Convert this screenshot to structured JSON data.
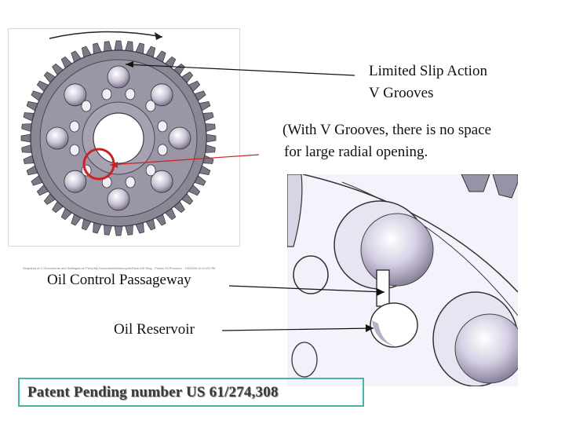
{
  "labels": {
    "limited_slip": "Limited Slip Action",
    "v_grooves": "V Grooves",
    "note_line_1": "(With V Grooves, there is no space",
    "note_line_2": "for large radial opening.",
    "oil_control": "Oil Control Passageway",
    "oil_reservoir": "Oil Reservoir"
  },
  "gear_caption": "Snapshot of C:\\Documents and Settings\\Lee Perry\\My Documents\\Motorcycle\\Rock 2W Ring - Prosta Oil Pressure - 7/6/2009 11:44:23 PM",
  "patent": "Patent Pending number US 61/274,308",
  "colors": {
    "gear_body": "#8c8795",
    "gear_dark": "#5c5766",
    "hole_light": "#ece8f5",
    "callout_red": "#cc2222",
    "patent_border": "#48b4a8"
  }
}
